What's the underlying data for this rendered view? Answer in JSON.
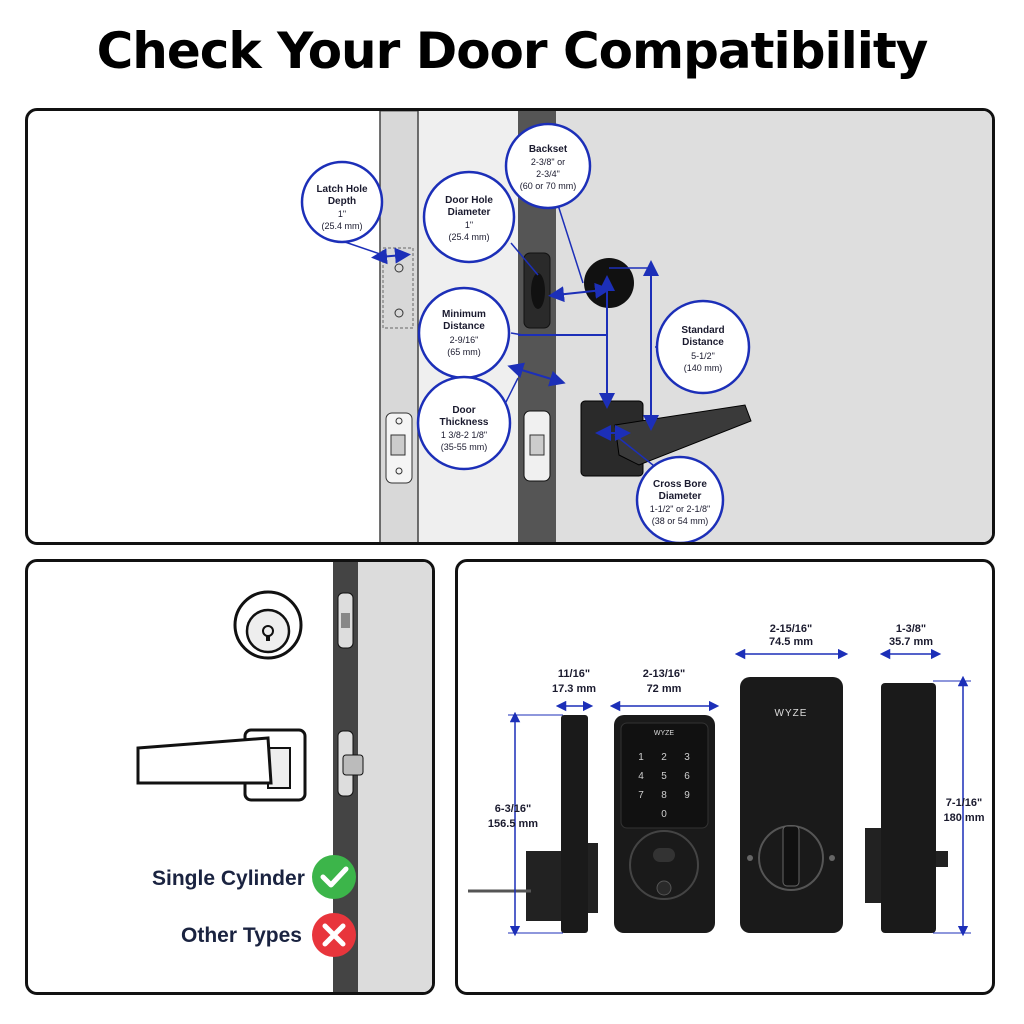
{
  "title": "Check Your Door Compatibility",
  "callouts": {
    "latch_hole_depth": {
      "title_1": "Latch Hole",
      "title_2": "Depth",
      "value_1": "1\"",
      "value_2": "(25.4 mm)"
    },
    "door_hole_diameter": {
      "title_1": "Door Hole",
      "title_2": "Diameter",
      "value_1": "1\"",
      "value_2": "(25.4 mm)"
    },
    "backset": {
      "title_1": "Backset",
      "value_1": "2-3/8\" or",
      "value_2": "2-3/4\"",
      "value_3": "(60 or 70 mm)"
    },
    "minimum_distance": {
      "title_1": "Minimum",
      "title_2": "Distance",
      "value_1": "2-9/16\"",
      "value_2": "(65 mm)"
    },
    "standard_distance": {
      "title_1": "Standard",
      "title_2": "Distance",
      "value_1": "5-1/2\"",
      "value_2": "(140 mm)"
    },
    "door_thickness": {
      "title_1": "Door",
      "title_2": "Thickness",
      "value_1": "1 3/8-2 1/8\"",
      "value_2": "(35-55 mm)"
    },
    "cross_bore_diameter": {
      "title_1": "Cross Bore",
      "title_2": "Diameter",
      "value_1": "1-1/2\" or 2-1/8\"",
      "value_2": "(38 or 54 mm)"
    }
  },
  "compatibility": {
    "single_cylinder": "Single Cylinder",
    "other_types": "Other Types",
    "ok_color": "#3cb54a",
    "no_color": "#e8353c"
  },
  "dimensions": {
    "side_depth_in": "11/16\"",
    "side_depth_mm": "17.3 mm",
    "front_width_in": "2-13/16\"",
    "front_width_mm": "72 mm",
    "back_width_in": "2-15/16\"",
    "back_width_mm": "74.5 mm",
    "back_depth_in": "1-3/8\"",
    "back_depth_mm": "35.7 mm",
    "front_height_in": "6-3/16\"",
    "front_height_mm": "156.5 mm",
    "back_height_in": "7-1/16\"",
    "back_height_mm": "180 mm"
  },
  "brand": "WYZE",
  "keypad_digits": [
    "1",
    "2",
    "3",
    "4",
    "5",
    "6",
    "7",
    "8",
    "9",
    "0"
  ],
  "accent_color": "#1c2fb8"
}
